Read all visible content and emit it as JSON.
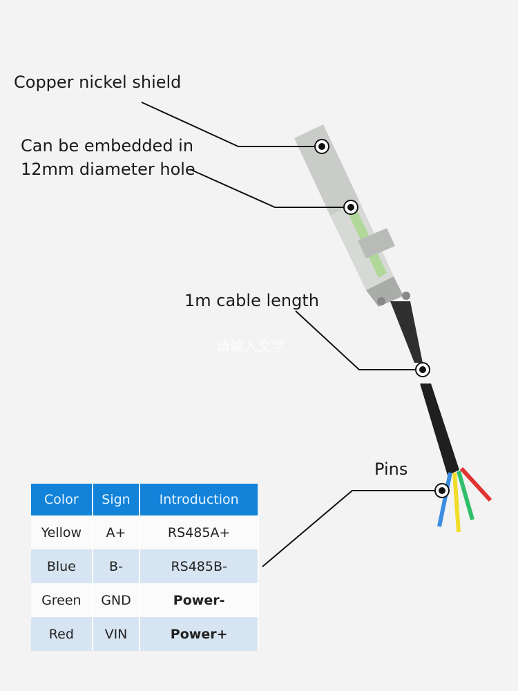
{
  "callouts": {
    "shield": "Copper nickel shield",
    "embed_line1": "Can be embedded in",
    "embed_line2": "12mm diameter hole",
    "cable": "1m cable length",
    "pins": "Pins"
  },
  "watermark": "请输入文字",
  "table": {
    "headers": [
      "Color",
      "Sign",
      "Introduction"
    ],
    "rows": [
      {
        "color": "Yellow",
        "sign": "A+",
        "intro": "RS485A+"
      },
      {
        "color": "Blue",
        "sign": "B-",
        "intro": "RS485B-"
      },
      {
        "color": "Green",
        "sign": "GND",
        "intro": "Power-"
      },
      {
        "color": "Red",
        "sign": "VIN",
        "intro": "Power+"
      }
    ]
  },
  "colors": {
    "header_bg": "#1283d9",
    "row_alt_bg": "#d7e5f2",
    "wire_yellow": "#f2dc2a",
    "wire_blue": "#3a8ee0",
    "wire_green": "#2fbf6a",
    "wire_red": "#e03434"
  }
}
